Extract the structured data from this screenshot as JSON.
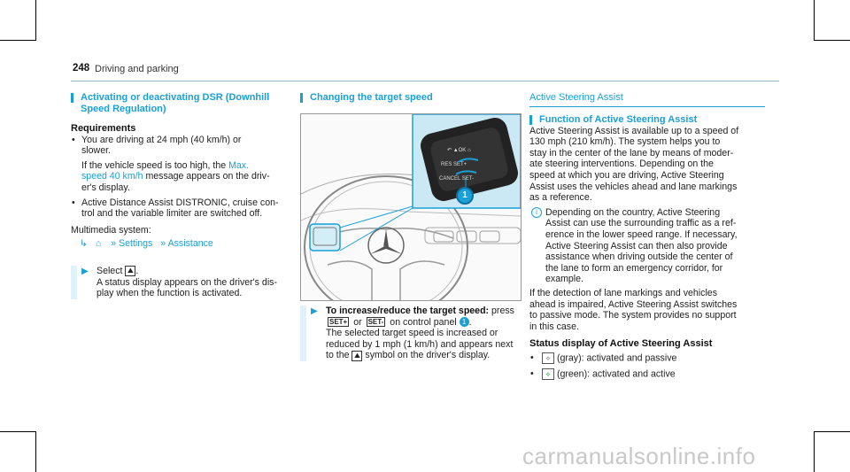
{
  "header": {
    "page_number": "248",
    "section": "Driving and parking"
  },
  "left": {
    "heading": "Activating or deactivating DSR (Downhill Speed Regulation)",
    "requirements_label": "Requirements",
    "bullet1_a": "You are driving at 24 mph (40 km/h) or",
    "bullet1_b": "slower.",
    "bullet1_c": "If the vehicle speed is too high, the",
    "bullet1_msg1": "Max.",
    "bullet1_msg2": "speed 40 km/h",
    "bullet1_d": "message appears on the driv-",
    "bullet1_e": "er's display.",
    "bullet2_a": "Active Distance Assist DISTRONIC, cruise con-",
    "bullet2_b": "trol and the variable limiter are switched off.",
    "multimedia": "Multimedia system:",
    "menu_settings": "Settings",
    "menu_assistance": "Assistance",
    "step_select": "Select",
    "step_text_a": "A status display appears on the driver's dis-",
    "step_text_b": "play when the function is activated."
  },
  "middle": {
    "heading": "Changing the target speed",
    "callout_number": "1",
    "step_label": "To increase/reduce the target speed:",
    "step_press": "press",
    "sym_plus": "SET+",
    "sym_minus": "SET-",
    "or_text": "or",
    "on_panel": "on control panel",
    "panel_num": "1",
    "line2": "The selected target speed is increased or",
    "line3": "reduced by 1 mph (1 km/h) and appears next",
    "line4_a": "to the",
    "line4_b": "symbol on the driver's display."
  },
  "right": {
    "section_title": "Active Steering Assist",
    "heading": "Function of Active Steering Assist",
    "p1": [
      "Active Steering Assist is available up to a speed of",
      "130 mph (210 km/h). The system helps you to",
      "stay in the center of the lane by means of moder-",
      "ate steering interventions. Depending on the",
      "speed at which you are driving, Active Steering",
      "Assist uses the vehicles ahead and lane markings",
      "as a reference."
    ],
    "note": [
      "Depending on the country, Active Steering",
      "Assist can use the surrounding traffic as a ref-",
      "erence in the lower speed range. If necessary,",
      "Active Steering Assist can then also provide",
      "assistance when driving outside the center of",
      "the lane to form an emergency corridor, for",
      "example."
    ],
    "p2": [
      "If the detection of lane markings and vehicles",
      "ahead is impaired, Active Steering Assist switches",
      "to passive mode. The system provides no support",
      "in this case."
    ],
    "status_title": "Status display of Active Steering Assist",
    "status1": "(gray): activated and passive",
    "status2": "(green): activated and active"
  },
  "watermark": "carmanualsonline.info"
}
